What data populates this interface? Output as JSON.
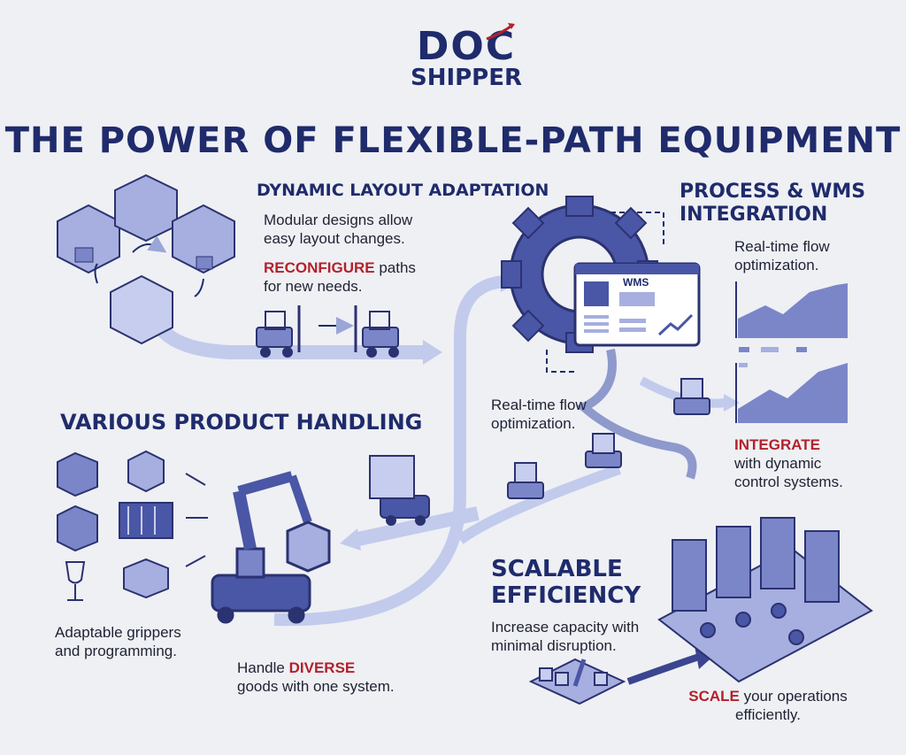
{
  "logo": {
    "line1": "DOC",
    "line2": "SHIPPER"
  },
  "title": "THE POWER OF FLEXIBLE-PATH EQUIPMENT",
  "sections": {
    "dynamic_layout": {
      "heading": "DYNAMIC LAYOUT ADAPTATION",
      "text1": "Modular designs allow easy layout changes.",
      "text1_line1": "Modular designs allow",
      "text1_line2": "easy layout changes.",
      "highlight": "RECONFIGURE",
      "text2_rest": " paths",
      "text2_line2": "for new needs."
    },
    "process_wms": {
      "heading_line1": "PROCESS & WMS",
      "heading_line2": "INTEGRATION",
      "text1_line1": "Real-time flow",
      "text1_line2": "optimization.",
      "screen_label": "WMS",
      "highlight": "INTEGRATE",
      "text2_line1": "with dynamic",
      "text2_line2": "control systems."
    },
    "center": {
      "text_line1": "Real-time flow",
      "text_line2": "optimization."
    },
    "product_handling": {
      "heading": "VARIOUS PRODUCT HANDLING",
      "text1_line1": "Adaptable grippers",
      "text1_line2": "and programming.",
      "text2_line1_pre": "Handle ",
      "highlight": "DIVERSE",
      "text2_line2": "goods with one system."
    },
    "scalable": {
      "heading_line1": "SCALABLE",
      "heading_line2": "EFFICIENCY",
      "text1_line1": "Increase capacity with",
      "text1_line2": "minimal disruption.",
      "highlight": "SCALE",
      "text2_rest": " your operations",
      "text2_line2": "efficiently."
    }
  },
  "colors": {
    "navy": "#1f2b6b",
    "accent_red": "#b3212b",
    "path_blue": "#b9c3e6",
    "icon_fill": "#7b86c9",
    "icon_dark": "#2b3270"
  }
}
